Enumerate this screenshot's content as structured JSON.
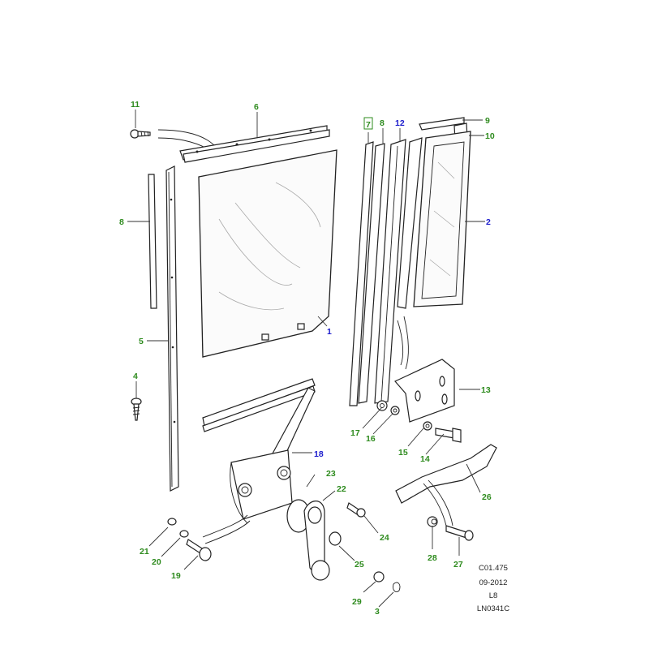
{
  "diagram": {
    "title": "Door window glass and regulator assembly",
    "callouts": [
      {
        "id": "c11",
        "label": "11",
        "color": "green"
      },
      {
        "id": "c6",
        "label": "6",
        "color": "green"
      },
      {
        "id": "c8a",
        "label": "8",
        "color": "green"
      },
      {
        "id": "c5",
        "label": "5",
        "color": "green"
      },
      {
        "id": "c4",
        "label": "4",
        "color": "green"
      },
      {
        "id": "c1",
        "label": "1",
        "color": "blue"
      },
      {
        "id": "c7",
        "label": "7",
        "color": "green",
        "highlighted": true
      },
      {
        "id": "c8b",
        "label": "8",
        "color": "green"
      },
      {
        "id": "c12",
        "label": "12",
        "color": "blue"
      },
      {
        "id": "c9",
        "label": "9",
        "color": "green"
      },
      {
        "id": "c10",
        "label": "10",
        "color": "green"
      },
      {
        "id": "c2",
        "label": "2",
        "color": "blue"
      },
      {
        "id": "c13",
        "label": "13",
        "color": "green"
      },
      {
        "id": "c17",
        "label": "17",
        "color": "green"
      },
      {
        "id": "c16",
        "label": "16",
        "color": "green"
      },
      {
        "id": "c15",
        "label": "15",
        "color": "green"
      },
      {
        "id": "c14",
        "label": "14",
        "color": "green"
      },
      {
        "id": "c18",
        "label": "18",
        "color": "blue"
      },
      {
        "id": "c23",
        "label": "23",
        "color": "green"
      },
      {
        "id": "c22",
        "label": "22",
        "color": "green"
      },
      {
        "id": "c26",
        "label": "26",
        "color": "green"
      },
      {
        "id": "c24",
        "label": "24",
        "color": "green"
      },
      {
        "id": "c21",
        "label": "21",
        "color": "green"
      },
      {
        "id": "c20",
        "label": "20",
        "color": "green"
      },
      {
        "id": "c19",
        "label": "19",
        "color": "green"
      },
      {
        "id": "c25",
        "label": "25",
        "color": "green"
      },
      {
        "id": "c28",
        "label": "28",
        "color": "green"
      },
      {
        "id": "c27",
        "label": "27",
        "color": "green"
      },
      {
        "id": "c29",
        "label": "29",
        "color": "green"
      },
      {
        "id": "c3",
        "label": "3",
        "color": "green"
      }
    ],
    "info_block": {
      "ref": "C01.475",
      "date": "09-2012",
      "model": "L8",
      "illustration": "LN0341C"
    },
    "colors": {
      "label_green": "#2e8b1e",
      "label_blue": "#1a1acc",
      "line": "#222222"
    }
  }
}
